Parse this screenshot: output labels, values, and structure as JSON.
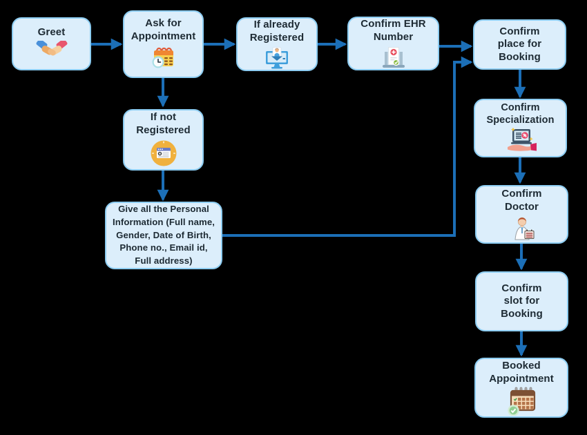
{
  "diagram": {
    "title": "Appointment booking flowchart",
    "colors": {
      "background": "#000000",
      "node_fill": "#dceefb",
      "node_border": "#8cccf1",
      "arrow": "#1c6fb7",
      "text": "#1d2a33"
    },
    "nodes": {
      "greet": {
        "label": "Greet",
        "icon": "handshake-icon"
      },
      "ask": {
        "label": "Ask for\nAppointment",
        "icon": "calendar-clock-icon"
      },
      "already": {
        "label": "If already\nRegistered",
        "icon": "monitor-user-icon"
      },
      "ehr": {
        "label": "Confirm EHR\nNumber",
        "icon": "laptop-medical-icon"
      },
      "place": {
        "label": "Confirm\nplace for\nBooking",
        "icon": null
      },
      "spec": {
        "label": "Confirm\nSpecialization",
        "icon": "laptop-hand-icon"
      },
      "doctor": {
        "label": "Confirm\nDoctor",
        "icon": "doctor-icon"
      },
      "slot": {
        "label": "Confirm\nslot for\nBooking",
        "icon": null
      },
      "booked": {
        "label": "Booked\nAppointment",
        "icon": "calendar-check-icon"
      },
      "notreg": {
        "label": "If not\nRegistered",
        "icon": "browser-circle-icon"
      },
      "personal": {
        "label": "Give all the Personal\nInformation (Full name,\nGender, Date of Birth,\nPhone no., Email id,\nFull address)",
        "icon": null
      }
    },
    "edges": [
      {
        "from": "greet",
        "to": "ask"
      },
      {
        "from": "ask",
        "to": "already"
      },
      {
        "from": "already",
        "to": "ehr"
      },
      {
        "from": "ehr",
        "to": "place"
      },
      {
        "from": "ask",
        "to": "notreg"
      },
      {
        "from": "notreg",
        "to": "personal"
      },
      {
        "from": "personal",
        "to": "place"
      },
      {
        "from": "place",
        "to": "spec"
      },
      {
        "from": "spec",
        "to": "doctor"
      },
      {
        "from": "doctor",
        "to": "slot"
      },
      {
        "from": "slot",
        "to": "booked"
      }
    ]
  }
}
